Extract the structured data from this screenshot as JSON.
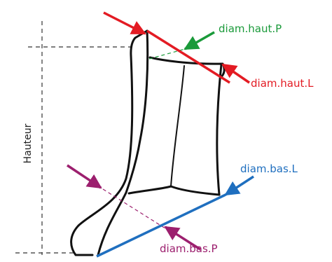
{
  "labels": {
    "hauteur": "Hauteur",
    "diam_haut_p": "diam.haut.P",
    "diam_haut_l": "diam.haut.L",
    "diam_bas_l": "diam.bas.L",
    "diam_bas_p": "diam.bas.P"
  },
  "colors": {
    "red": "#e31b23",
    "green": "#1a9a3a",
    "blue": "#1f6fbf",
    "purple": "#9c1f6e",
    "outline": "#111111",
    "guide": "#333333"
  }
}
